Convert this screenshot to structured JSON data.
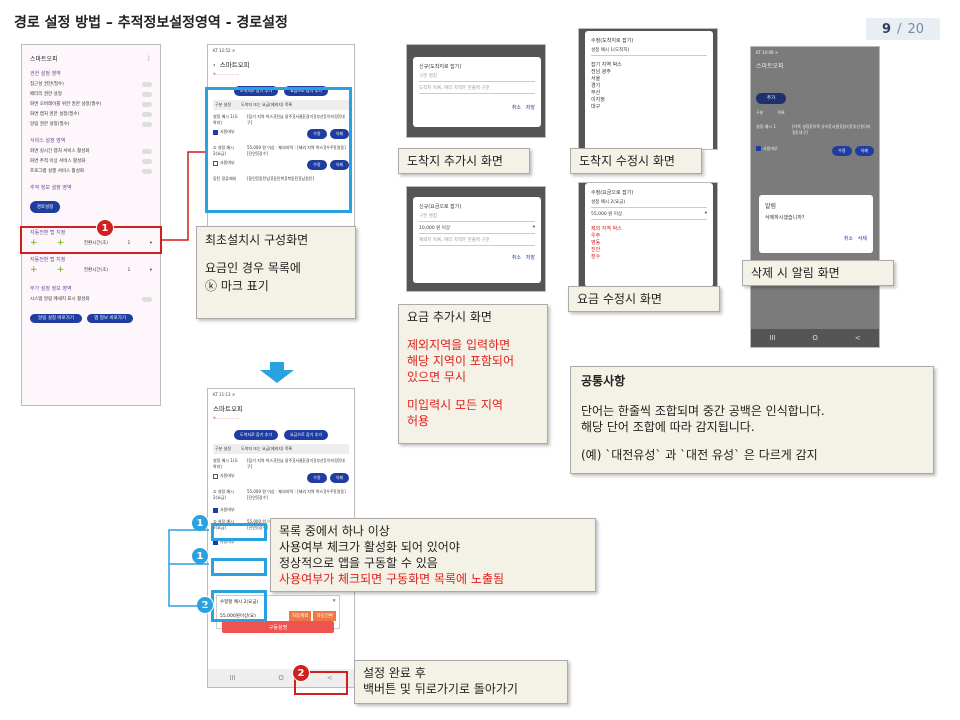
{
  "title": "경로 설정 방법 – 추적정보설정영역 - 경로설정",
  "page": {
    "current": "9",
    "sep": "/",
    "total": "20"
  },
  "app_name": "스마트오피",
  "settings": {
    "sections": [
      {
        "header": "권한 설정 영역",
        "items": [
          "접근성 권한(필수)",
          "배터리 권한 설정",
          "화면 오버레이를 위한 권한 설정(필수)",
          "화면 캡처 권한 설정(필수)",
          "알림 권한 설정(필수)"
        ]
      },
      {
        "header": "서비스 설정 영역",
        "items": [
          "화면 실시간 캡처 서비스 활성화",
          "화면 추적 이상 서비스 활성화",
          "프로그램 실행 서비스 활성화"
        ]
      },
      {
        "header": "추적 정보 설정 영역"
      }
    ],
    "route_button": "경로설정",
    "auto_title_1": "자동전환 탭 지정",
    "auto_title_2": "자동전환 탭 지정",
    "interval_label": "전환시간(초)",
    "interval_value": "1",
    "misc_header": "부가 설정 정보 영역",
    "misc_item": "시스템 알림 메세지 표시 활성화",
    "btn_alert": "알림 설정 바로가기",
    "btn_app": "앱 정보 바로가기"
  },
  "phone1": {
    "status": "KT 12:52 ✕",
    "title": "스마트오피",
    "btn_add_dest": "도착지로 잡기 추가",
    "btn_add_fare": "요금으로 잡기 추가",
    "col1": "구분 설정",
    "col2": "도착지 또는 요금(제외지) 목록",
    "rows": [
      {
        "name": "설정 예시 1(도착지)",
        "detail": "[잡기 지역 박스][전남 광주][서울][경기][부산][이지정][대구]",
        "use": "사용여부",
        "edit": "수정",
        "del": "삭제"
      },
      {
        "name": "② 설정 예시 2(요금)",
        "detail": "55,000 원 이상 · 제외지역 : [제외 지역 박스][우주][영동][진안][장수]",
        "use": "사용여부",
        "edit": "수정",
        "del": "삭제"
      },
      {
        "name": "동탄 정류제외",
        "detail": "[동탄][동탄남][동탄북][북동탄][남동탄]",
        "use": "",
        "edit": "",
        "del": ""
      }
    ]
  },
  "dialogs": {
    "dest_add": {
      "title": "신규(도착지로 잡기)",
      "field1": "구분 명칭",
      "field2": "도착지 목록, 여러 지역은 한줄씩 구분",
      "cancel": "취소",
      "ok": "저장"
    },
    "dest_edit": {
      "title": "수정(도착지로 잡기)",
      "field1": "설정 예시 1(도착지)",
      "list": [
        "잡기 지역 박스",
        "전남 광주",
        "서울",
        "경기",
        "부산",
        "이지정",
        "대구"
      ]
    },
    "fare_add": {
      "title": "신규(요금으로 잡기)",
      "field1": "구분 명칭",
      "amount": "10,000 원 이상",
      "field2": "제외지 목록, 여러 지역은 한줄씩 구분",
      "cancel": "취소",
      "ok": "저장"
    },
    "fare_edit": {
      "title": "수정(요금으로 잡기)",
      "field1": "설정 예시 2(요금)",
      "amount": "55,000 원 이상",
      "list": [
        "제외 지역 박스",
        "우주",
        "영동",
        "진안",
        "장수"
      ]
    },
    "delete": {
      "status": "KT 10:08 ✕",
      "btn_add": "추가",
      "col1": "구분",
      "col2": "목록",
      "row_name": "설정 예시 1",
      "row_detail": "[이쪽 설정][이쪽 유지][서울][경기][부산][이지정][대구]",
      "use": "사용여부",
      "edit": "수정",
      "del": "삭제",
      "alert_title": "알림",
      "alert_msg": "삭제하시겠습니까?",
      "cancel": "취소",
      "ok": "삭제",
      "nav": [
        "III",
        "O",
        "<"
      ]
    }
  },
  "phone2": {
    "status": "KT 11:13 ✕",
    "title": "스마트오피",
    "popup_title": "수정할 예시 2(요금)",
    "popup_item": "55,000원이상(요)",
    "btn_fare_except": "자동제외",
    "btn_fare_switch": "자동전환",
    "btn_red": "구동설명",
    "nav": [
      "III",
      "O",
      "<"
    ]
  },
  "notes": {
    "initial": [
      "최초설치시 구성화면",
      "요금인 경우 목록에",
      "ⓚ 마크 표기"
    ],
    "dest_add": "도착지 추가시 화면",
    "dest_edit": "도착지 수정시 화면",
    "fare_add": "요금 추가시 화면",
    "fare_add_red": [
      "제외지역을 입력하면",
      "해당 지역이 포함되어",
      "있으면 무시",
      "",
      "미입력시 모든 지역",
      "허용"
    ],
    "fare_edit": "요금 수정시 화면",
    "delete": "삭제 시 알림 화면",
    "common_title": "공통사항",
    "common_lines": [
      "단어는 한줄씩 조합되며 중간 공백은 인식합니다.",
      "해당 단어 조합에 따라 감지됩니다.",
      "(예) `대전유성` 과 `대전 유성` 은 다르게 감지"
    ],
    "list_lines": [
      "목록 중에서 하나 이상",
      "사용여부 체크가 활성화 되어 있어야",
      "정상적으로 앱을 구동할 수 있음"
    ],
    "list_red": "사용여부가 체크되면 구동화면 목록에 노출됨",
    "done_lines": [
      "설정 완료 후",
      "백버튼 및 뒤로가기로 돌아가기"
    ]
  },
  "markers": {
    "one": "1",
    "two": "2"
  }
}
